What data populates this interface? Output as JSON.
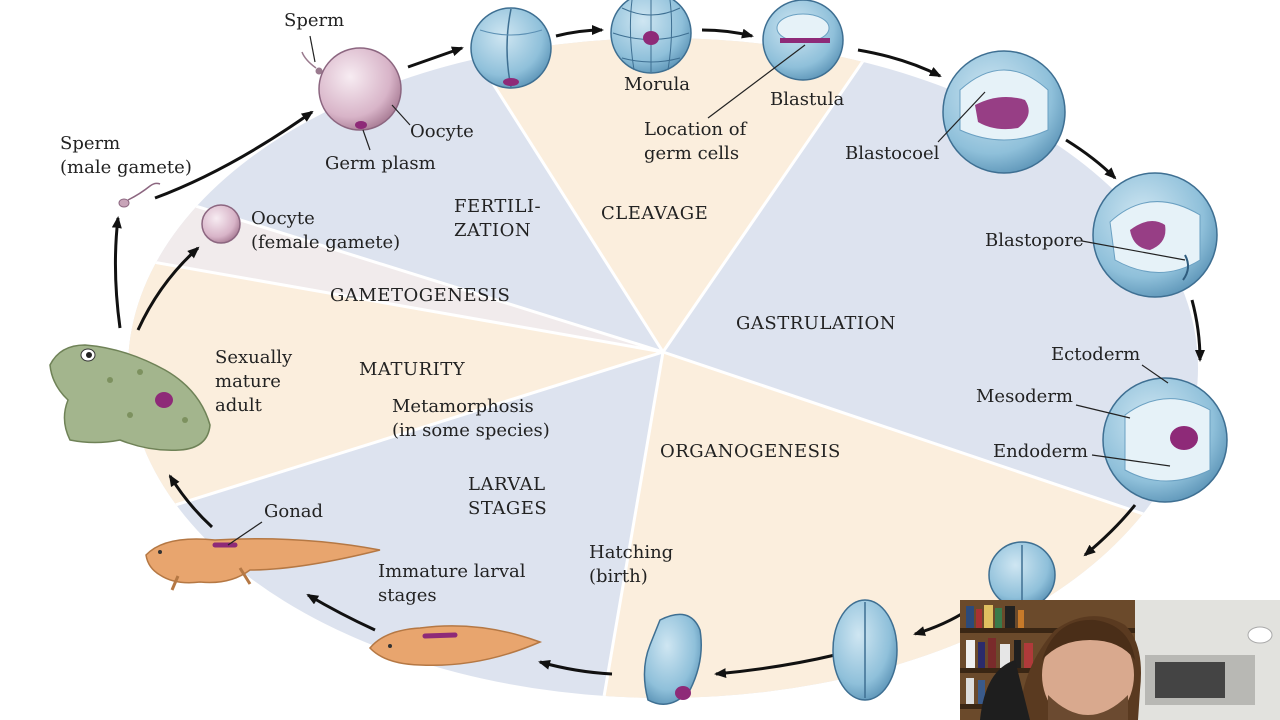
{
  "stages": [
    {
      "id": "fertilization",
      "lines": [
        "FERTILI-",
        "ZATION"
      ]
    },
    {
      "id": "cleavage",
      "lines": [
        "CLEAVAGE"
      ]
    },
    {
      "id": "gastrulation",
      "lines": [
        "GASTRULATION"
      ]
    },
    {
      "id": "organogenesis",
      "lines": [
        "ORGANOGENESIS"
      ]
    },
    {
      "id": "larval",
      "lines": [
        "LARVAL",
        "STAGES"
      ]
    },
    {
      "id": "maturity",
      "lines": [
        "MATURITY"
      ]
    },
    {
      "id": "gametogenesis",
      "lines": [
        "GAMETOGENESIS"
      ]
    }
  ],
  "labels": [
    {
      "id": "sperm-top",
      "lines": [
        "Sperm"
      ]
    },
    {
      "id": "oocyte-top",
      "lines": [
        "Oocyte"
      ]
    },
    {
      "id": "germ-plasm",
      "lines": [
        "Germ plasm"
      ]
    },
    {
      "id": "sperm-male",
      "lines": [
        "Sperm",
        "(male gamete)"
      ]
    },
    {
      "id": "oocyte-female",
      "lines": [
        "Oocyte",
        "(female gamete)"
      ]
    },
    {
      "id": "morula",
      "lines": [
        "Morula"
      ]
    },
    {
      "id": "blastula",
      "lines": [
        "Blastula"
      ]
    },
    {
      "id": "germ-cells",
      "lines": [
        "Location of",
        "germ cells"
      ]
    },
    {
      "id": "blastocoel",
      "lines": [
        "Blastocoel"
      ]
    },
    {
      "id": "blastopore",
      "lines": [
        "Blastopore"
      ]
    },
    {
      "id": "ectoderm",
      "lines": [
        "Ectoderm"
      ]
    },
    {
      "id": "mesoderm",
      "lines": [
        "Mesoderm"
      ]
    },
    {
      "id": "endoderm",
      "lines": [
        "Endoderm"
      ]
    },
    {
      "id": "adult",
      "lines": [
        "Sexually",
        "mature",
        "adult"
      ]
    },
    {
      "id": "metamorphosis",
      "lines": [
        "Metamorphosis",
        "(in some species)"
      ]
    },
    {
      "id": "gonad",
      "lines": [
        "Gonad"
      ]
    },
    {
      "id": "immature-larval",
      "lines": [
        "Immature larval",
        "stages"
      ]
    },
    {
      "id": "hatching",
      "lines": [
        "Hatching",
        "(birth)"
      ]
    }
  ],
  "colors": {
    "blue_sector": "#dde3ef",
    "peach_sector": "#fbeedd",
    "embryo_blue": "#8fc0da",
    "germ_purple": "#8e2a78",
    "larva_tan": "#e8a56e",
    "frog_green": "#a3b58d"
  }
}
